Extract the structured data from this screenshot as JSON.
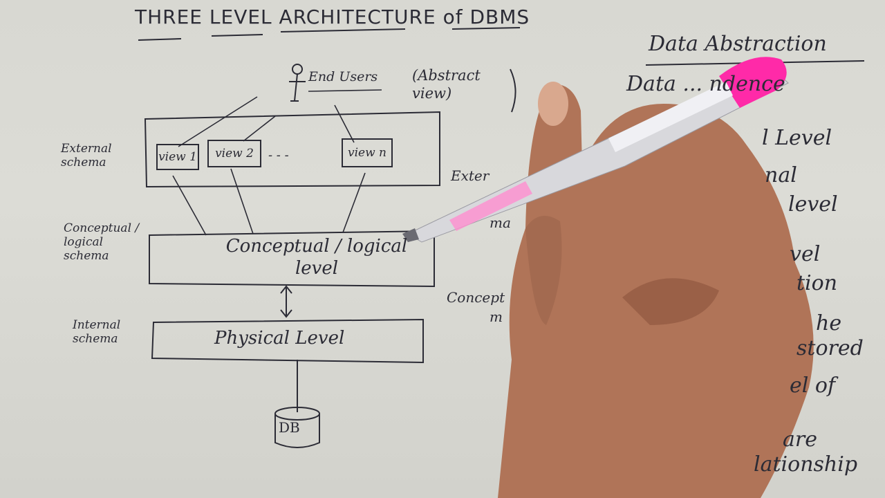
{
  "title": "THREE LEVEL ARCHITECTURE of DBMS",
  "users": {
    "label": "End Users",
    "note": "(Abstract view)"
  },
  "views": [
    "view 1",
    "view 2",
    "view n"
  ],
  "view_ellipsis": "- - -",
  "left_labels": {
    "external": "External schema",
    "conceptual": "Conceptual / logical schema",
    "internal": "Internal schema"
  },
  "levels": {
    "conceptual": "Conceptual / logical level",
    "physical": "Physical Level"
  },
  "db": "DB",
  "right_notes": {
    "external": "Exter",
    "external_2": "ma",
    "conceptual": "Concept",
    "conceptual_2": "m"
  },
  "side_panel": {
    "heading": "Data Abstraction",
    "line1": "Data ... ndence",
    "line2": "l Level",
    "line3": "nal",
    "line4": "level",
    "line5": "vel",
    "line6": "tion",
    "line7": "he",
    "line8": "stored",
    "line9": "el of",
    "line10": "are",
    "line11": "lationship"
  },
  "colors": {
    "ink": "#2b2b35",
    "paper": "#dadad4",
    "pen_pink": "#ff2aa8",
    "skin": "#b07458"
  }
}
